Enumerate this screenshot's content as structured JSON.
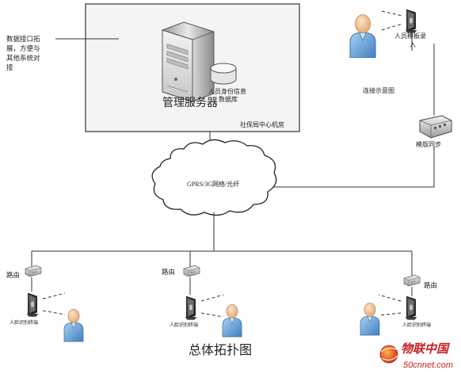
{
  "labels": {
    "api_note_1": "数据接口拓",
    "api_note_2": "展，方便与",
    "api_note_3": "其他系统对",
    "api_note_4": "接",
    "server_title": "管理服务器",
    "db_label_1": "人员身份信息",
    "db_label_2": "数据库",
    "center_room": "社保局中心机房",
    "template_entry_1": "人员模板录",
    "template_entry_2": "入",
    "connection_diagram": "连接示意图",
    "template_sync": "模版同步",
    "network_cloud": "GPRS/3G网络/光纤",
    "router_left": "路由",
    "router_mid": "路由",
    "router_right": "路由",
    "terminal_left": "人脸识别终端",
    "terminal_mid": "人脸识别终端",
    "terminal_right": "人脸识别终端",
    "diagram_title": "总体拓扑图"
  },
  "watermark": {
    "brand": "物联中国",
    "site": "50cnnet.com"
  },
  "colors": {
    "person_fill": "#7fb3e3",
    "person_head": "#f4c79e",
    "line": "#555555",
    "watermark": "#cc1f1f"
  }
}
